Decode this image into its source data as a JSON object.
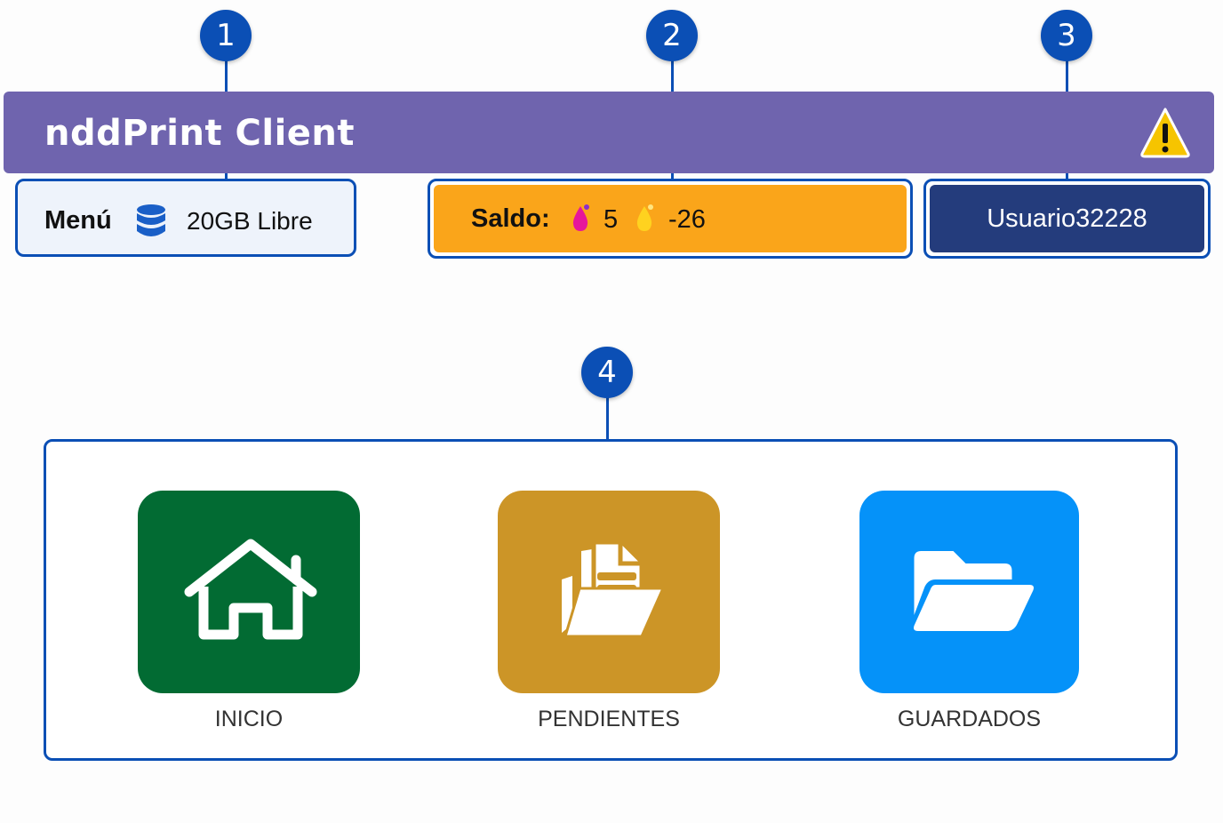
{
  "header": {
    "title": "nddPrint Client",
    "warning_icon": "warning-triangle-icon"
  },
  "status_bar": {
    "menu_label": "Menú",
    "storage_icon": "database-icon",
    "storage_text": "20GB Libre",
    "saldo_label": "Saldo:",
    "color_ink_icon": "magenta-drop-icon",
    "color_balance": "5",
    "mono_ink_icon": "yellow-drop-icon",
    "mono_balance": "-26",
    "username": "Usuario32228"
  },
  "callouts": [
    "1",
    "2",
    "3",
    "4"
  ],
  "tiles": [
    {
      "label": "INICIO",
      "icon": "home-icon",
      "color": "#026b33"
    },
    {
      "label": "PENDIENTES",
      "icon": "pending-documents-icon",
      "color": "#cc9527"
    },
    {
      "label": "GUARDADOS",
      "icon": "open-folder-icon",
      "color": "#0592f9"
    }
  ],
  "colors": {
    "header_bg": "#6f64ae",
    "saldo_bg": "#faa51a",
    "user_bg": "#243c7c",
    "callout": "#0b4fb5"
  }
}
